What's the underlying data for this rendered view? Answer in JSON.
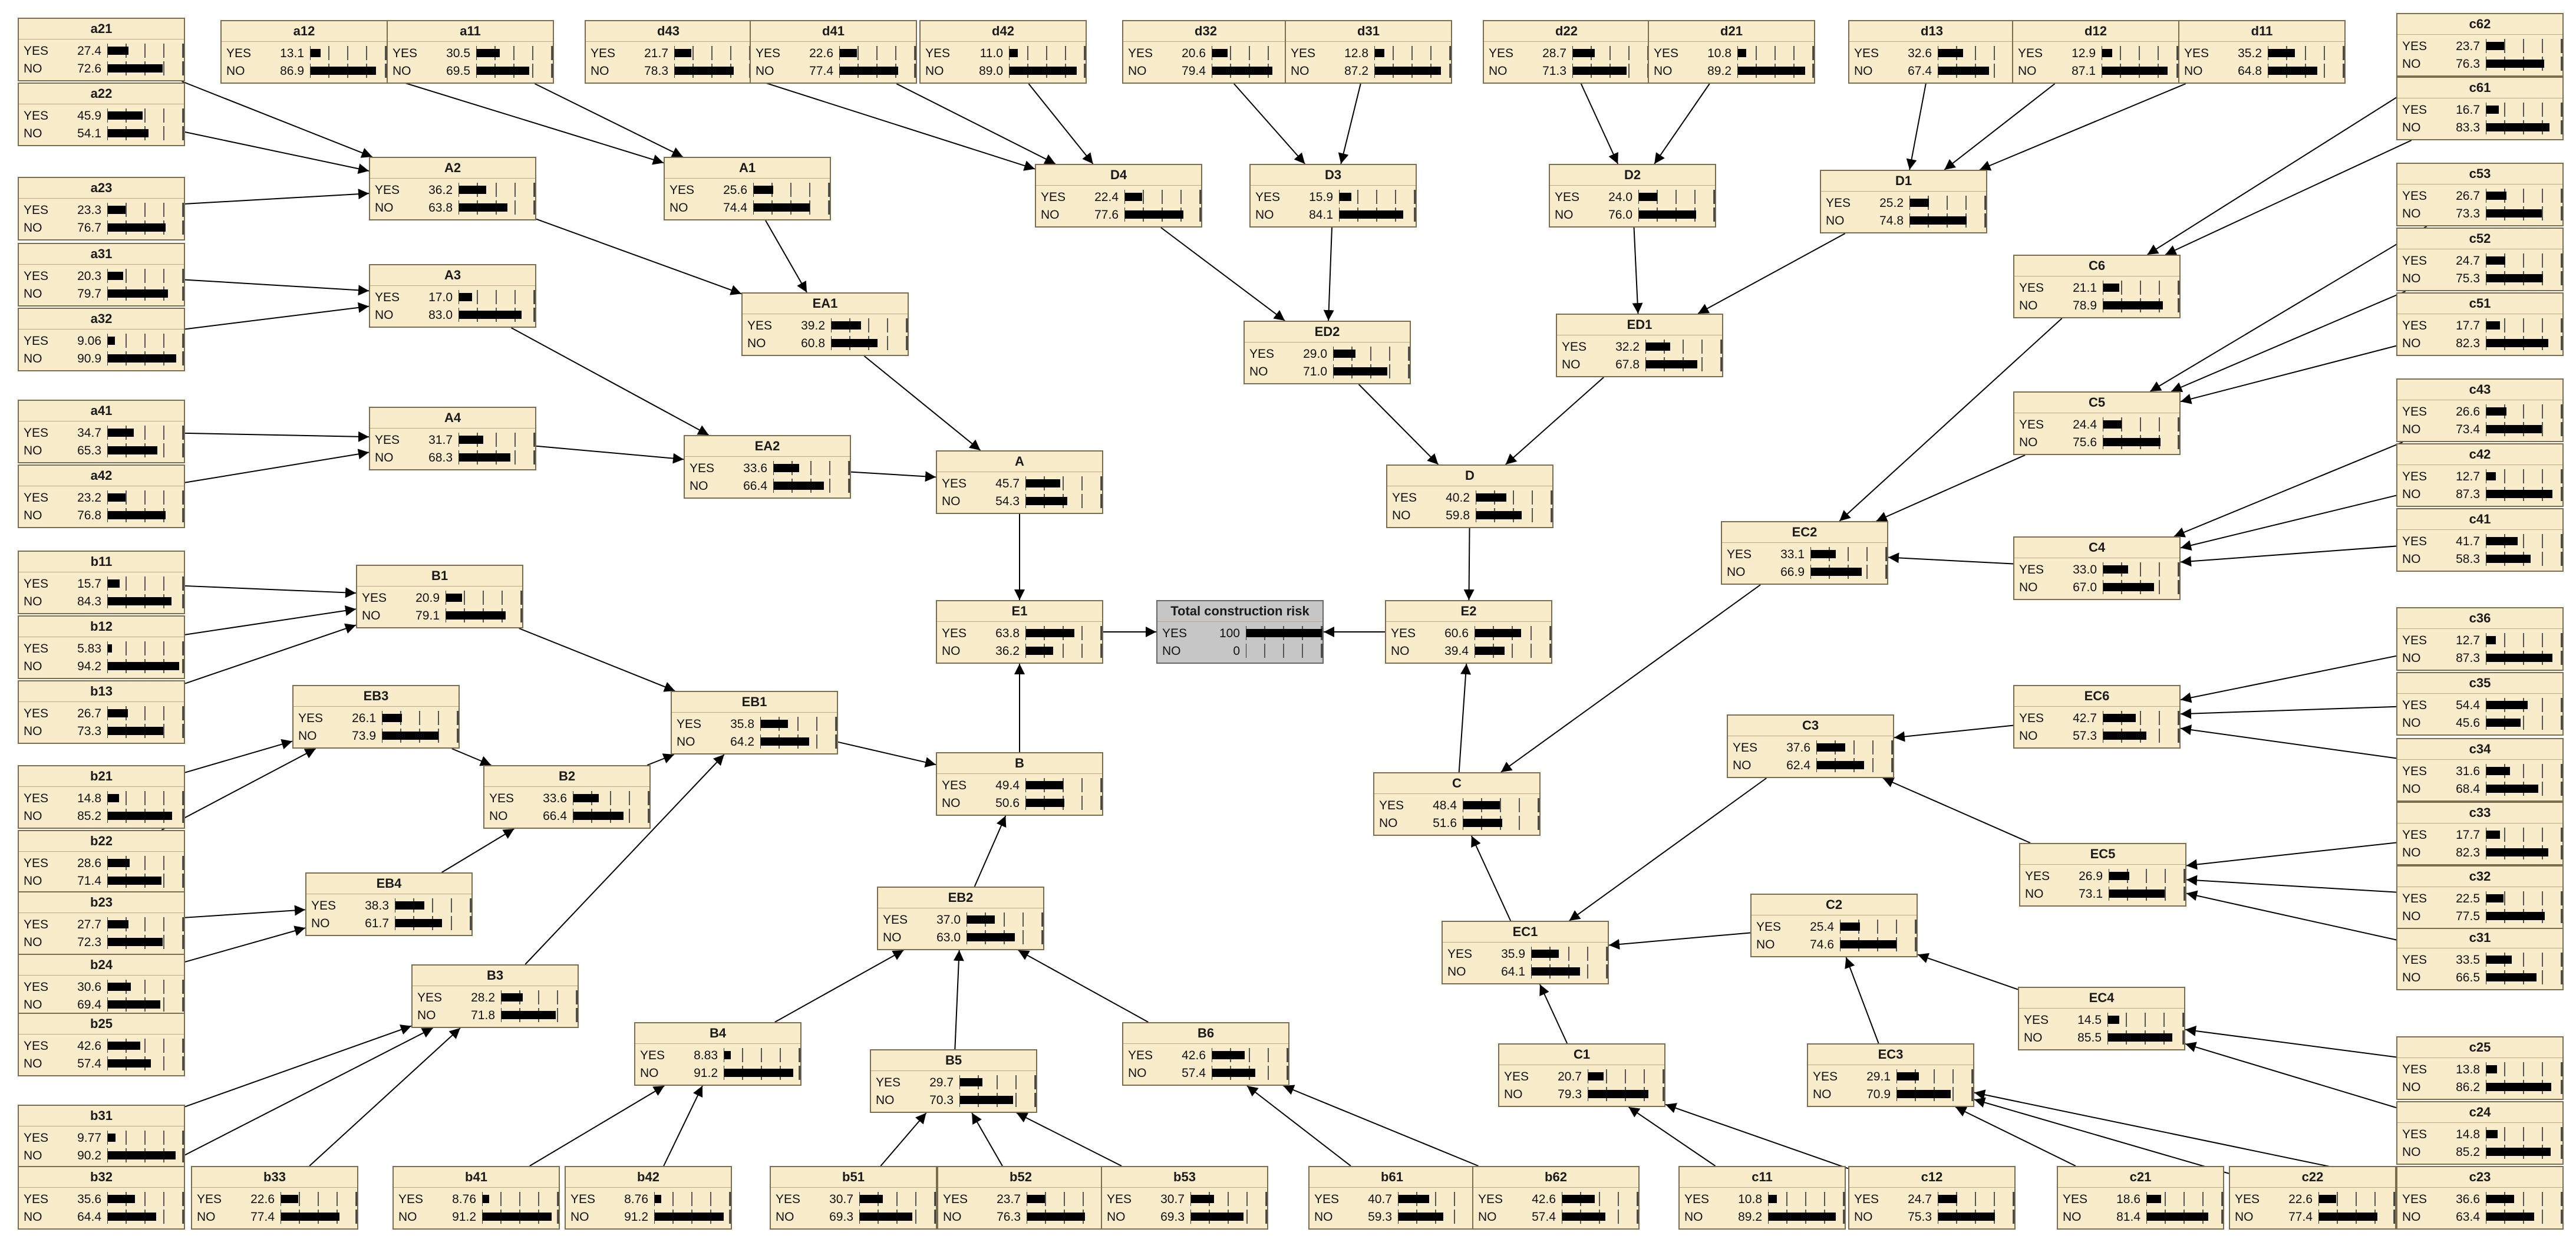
{
  "nodes": [
    {
      "id": "a21",
      "title": "a21",
      "yes": "27.4",
      "no": "72.6"
    },
    {
      "id": "a22",
      "title": "a22",
      "yes": "45.9",
      "no": "54.1"
    },
    {
      "id": "a23",
      "title": "a23",
      "yes": "23.3",
      "no": "76.7"
    },
    {
      "id": "a31",
      "title": "a31",
      "yes": "20.3",
      "no": "79.7"
    },
    {
      "id": "a32",
      "title": "a32",
      "yes": "9.06",
      "no": "90.9"
    },
    {
      "id": "a41",
      "title": "a41",
      "yes": "34.7",
      "no": "65.3"
    },
    {
      "id": "a42",
      "title": "a42",
      "yes": "23.2",
      "no": "76.8"
    },
    {
      "id": "b11",
      "title": "b11",
      "yes": "15.7",
      "no": "84.3"
    },
    {
      "id": "b12",
      "title": "b12",
      "yes": "5.83",
      "no": "94.2"
    },
    {
      "id": "b13",
      "title": "b13",
      "yes": "26.7",
      "no": "73.3"
    },
    {
      "id": "b21",
      "title": "b21",
      "yes": "14.8",
      "no": "85.2"
    },
    {
      "id": "b22",
      "title": "b22",
      "yes": "28.6",
      "no": "71.4"
    },
    {
      "id": "b23",
      "title": "b23",
      "yes": "27.7",
      "no": "72.3"
    },
    {
      "id": "b24",
      "title": "b24",
      "yes": "30.6",
      "no": "69.4"
    },
    {
      "id": "b25",
      "title": "b25",
      "yes": "42.6",
      "no": "57.4"
    },
    {
      "id": "b31",
      "title": "b31",
      "yes": "9.77",
      "no": "90.2"
    },
    {
      "id": "b32",
      "title": "b32",
      "yes": "35.6",
      "no": "64.4"
    },
    {
      "id": "b33",
      "title": "b33",
      "yes": "22.6",
      "no": "77.4"
    },
    {
      "id": "b41",
      "title": "b41",
      "yes": "8.76",
      "no": "91.2"
    },
    {
      "id": "b42",
      "title": "b42",
      "yes": "8.76",
      "no": "91.2"
    },
    {
      "id": "b51",
      "title": "b51",
      "yes": "30.7",
      "no": "69.3"
    },
    {
      "id": "b52",
      "title": "b52",
      "yes": "23.7",
      "no": "76.3"
    },
    {
      "id": "b53",
      "title": "b53",
      "yes": "30.7",
      "no": "69.3"
    },
    {
      "id": "b61",
      "title": "b61",
      "yes": "40.7",
      "no": "59.3"
    },
    {
      "id": "b62",
      "title": "b62",
      "yes": "42.6",
      "no": "57.4"
    },
    {
      "id": "c11",
      "title": "c11",
      "yes": "10.8",
      "no": "89.2"
    },
    {
      "id": "c12",
      "title": "c12",
      "yes": "24.7",
      "no": "75.3"
    },
    {
      "id": "c21",
      "title": "c21",
      "yes": "18.6",
      "no": "81.4"
    },
    {
      "id": "c22",
      "title": "c22",
      "yes": "22.6",
      "no": "77.4"
    },
    {
      "id": "c23",
      "title": "c23",
      "yes": "36.6",
      "no": "63.4"
    },
    {
      "id": "c24",
      "title": "c24",
      "yes": "14.8",
      "no": "85.2"
    },
    {
      "id": "c25",
      "title": "c25",
      "yes": "13.8",
      "no": "86.2"
    },
    {
      "id": "c31",
      "title": "c31",
      "yes": "33.5",
      "no": "66.5"
    },
    {
      "id": "c32",
      "title": "c32",
      "yes": "22.5",
      "no": "77.5"
    },
    {
      "id": "c33",
      "title": "c33",
      "yes": "17.7",
      "no": "82.3"
    },
    {
      "id": "c34",
      "title": "c34",
      "yes": "31.6",
      "no": "68.4"
    },
    {
      "id": "c35",
      "title": "c35",
      "yes": "54.4",
      "no": "45.6"
    },
    {
      "id": "c36",
      "title": "c36",
      "yes": "12.7",
      "no": "87.3"
    },
    {
      "id": "c41",
      "title": "c41",
      "yes": "41.7",
      "no": "58.3"
    },
    {
      "id": "c42",
      "title": "c42",
      "yes": "12.7",
      "no": "87.3"
    },
    {
      "id": "c43",
      "title": "c43",
      "yes": "26.6",
      "no": "73.4"
    },
    {
      "id": "c51",
      "title": "c51",
      "yes": "17.7",
      "no": "82.3"
    },
    {
      "id": "c52",
      "title": "c52",
      "yes": "24.7",
      "no": "75.3"
    },
    {
      "id": "c53",
      "title": "c53",
      "yes": "26.7",
      "no": "73.3"
    },
    {
      "id": "c61",
      "title": "c61",
      "yes": "16.7",
      "no": "83.3"
    },
    {
      "id": "c62",
      "title": "c62",
      "yes": "23.7",
      "no": "76.3"
    },
    {
      "id": "a12",
      "title": "a12",
      "yes": "13.1",
      "no": "86.9"
    },
    {
      "id": "a11",
      "title": "a11",
      "yes": "30.5",
      "no": "69.5"
    },
    {
      "id": "d43",
      "title": "d43",
      "yes": "21.7",
      "no": "78.3"
    },
    {
      "id": "d41",
      "title": "d41",
      "yes": "22.6",
      "no": "77.4"
    },
    {
      "id": "d42",
      "title": "d42",
      "yes": "11.0",
      "no": "89.0"
    },
    {
      "id": "d32",
      "title": "d32",
      "yes": "20.6",
      "no": "79.4"
    },
    {
      "id": "d31",
      "title": "d31",
      "yes": "12.8",
      "no": "87.2"
    },
    {
      "id": "d22",
      "title": "d22",
      "yes": "28.7",
      "no": "71.3"
    },
    {
      "id": "d21",
      "title": "d21",
      "yes": "10.8",
      "no": "89.2"
    },
    {
      "id": "d13",
      "title": "d13",
      "yes": "32.6",
      "no": "67.4"
    },
    {
      "id": "d12",
      "title": "d12",
      "yes": "12.9",
      "no": "87.1"
    },
    {
      "id": "d11",
      "title": "d11",
      "yes": "35.2",
      "no": "64.8"
    },
    {
      "id": "A1",
      "title": "A1",
      "yes": "25.6",
      "no": "74.4"
    },
    {
      "id": "A2",
      "title": "A2",
      "yes": "36.2",
      "no": "63.8"
    },
    {
      "id": "A3",
      "title": "A3",
      "yes": "17.0",
      "no": "83.0"
    },
    {
      "id": "A4",
      "title": "A4",
      "yes": "31.7",
      "no": "68.3"
    },
    {
      "id": "EA1",
      "title": "EA1",
      "yes": "39.2",
      "no": "60.8"
    },
    {
      "id": "EA2",
      "title": "EA2",
      "yes": "33.6",
      "no": "66.4"
    },
    {
      "id": "A",
      "title": "A",
      "yes": "45.7",
      "no": "54.3"
    },
    {
      "id": "D4",
      "title": "D4",
      "yes": "22.4",
      "no": "77.6"
    },
    {
      "id": "D3",
      "title": "D3",
      "yes": "15.9",
      "no": "84.1"
    },
    {
      "id": "D2",
      "title": "D2",
      "yes": "24.0",
      "no": "76.0"
    },
    {
      "id": "D1",
      "title": "D1",
      "yes": "25.2",
      "no": "74.8"
    },
    {
      "id": "ED2",
      "title": "ED2",
      "yes": "29.0",
      "no": "71.0"
    },
    {
      "id": "ED1",
      "title": "ED1",
      "yes": "32.2",
      "no": "67.8"
    },
    {
      "id": "D",
      "title": "D",
      "yes": "40.2",
      "no": "59.8"
    },
    {
      "id": "E1",
      "title": "E1",
      "yes": "63.8",
      "no": "36.2"
    },
    {
      "id": "TCR",
      "title": "Total construction risk",
      "yes": "100",
      "no": "0",
      "highlight": true
    },
    {
      "id": "E2",
      "title": "E2",
      "yes": "60.6",
      "no": "39.4"
    },
    {
      "id": "B1",
      "title": "B1",
      "yes": "20.9",
      "no": "79.1"
    },
    {
      "id": "EB3",
      "title": "EB3",
      "yes": "26.1",
      "no": "73.9"
    },
    {
      "id": "EB1",
      "title": "EB1",
      "yes": "35.8",
      "no": "64.2"
    },
    {
      "id": "B2",
      "title": "B2",
      "yes": "33.6",
      "no": "66.4"
    },
    {
      "id": "EB4",
      "title": "EB4",
      "yes": "38.3",
      "no": "61.7"
    },
    {
      "id": "B",
      "title": "B",
      "yes": "49.4",
      "no": "50.6"
    },
    {
      "id": "EB2",
      "title": "EB2",
      "yes": "37.0",
      "no": "63.0"
    },
    {
      "id": "B3",
      "title": "B3",
      "yes": "28.2",
      "no": "71.8"
    },
    {
      "id": "B4",
      "title": "B4",
      "yes": "8.83",
      "no": "91.2"
    },
    {
      "id": "B5",
      "title": "B5",
      "yes": "29.7",
      "no": "70.3"
    },
    {
      "id": "B6",
      "title": "B6",
      "yes": "42.6",
      "no": "57.4"
    },
    {
      "id": "C6",
      "title": "C6",
      "yes": "21.1",
      "no": "78.9"
    },
    {
      "id": "C5",
      "title": "C5",
      "yes": "24.4",
      "no": "75.6"
    },
    {
      "id": "EC2",
      "title": "EC2",
      "yes": "33.1",
      "no": "66.9"
    },
    {
      "id": "C4",
      "title": "C4",
      "yes": "33.0",
      "no": "67.0"
    },
    {
      "id": "EC6",
      "title": "EC6",
      "yes": "42.7",
      "no": "57.3"
    },
    {
      "id": "C3",
      "title": "C3",
      "yes": "37.6",
      "no": "62.4"
    },
    {
      "id": "C",
      "title": "C",
      "yes": "48.4",
      "no": "51.6"
    },
    {
      "id": "EC5",
      "title": "EC5",
      "yes": "26.9",
      "no": "73.1"
    },
    {
      "id": "C2",
      "title": "C2",
      "yes": "25.4",
      "no": "74.6"
    },
    {
      "id": "EC1",
      "title": "EC1",
      "yes": "35.9",
      "no": "64.1"
    },
    {
      "id": "EC4",
      "title": "EC4",
      "yes": "14.5",
      "no": "85.5"
    },
    {
      "id": "C1",
      "title": "C1",
      "yes": "20.7",
      "no": "79.3"
    },
    {
      "id": "EC3",
      "title": "EC3",
      "yes": "29.1",
      "no": "70.9"
    }
  ],
  "labels": {
    "yes": "YES",
    "no": "NO"
  },
  "colors": {
    "node_fill": "#f8eccb",
    "node_border": "#7b6e50",
    "highlight_fill": "#c6c6c6",
    "edge": "#000000"
  },
  "edges": [
    [
      "a21",
      "A2"
    ],
    [
      "a22",
      "A2"
    ],
    [
      "a23",
      "A2"
    ],
    [
      "a31",
      "A3"
    ],
    [
      "a32",
      "A3"
    ],
    [
      "a41",
      "A4"
    ],
    [
      "a42",
      "A4"
    ],
    [
      "a12",
      "A1"
    ],
    [
      "a11",
      "A1"
    ],
    [
      "A1",
      "EA1"
    ],
    [
      "A2",
      "EA1"
    ],
    [
      "A3",
      "EA2"
    ],
    [
      "A4",
      "EA2"
    ],
    [
      "EA1",
      "A"
    ],
    [
      "EA2",
      "A"
    ],
    [
      "A",
      "E1"
    ],
    [
      "d43",
      "D4"
    ],
    [
      "d41",
      "D4"
    ],
    [
      "d42",
      "D4"
    ],
    [
      "d32",
      "D3"
    ],
    [
      "d31",
      "D3"
    ],
    [
      "d22",
      "D2"
    ],
    [
      "d21",
      "D2"
    ],
    [
      "d13",
      "D1"
    ],
    [
      "d12",
      "D1"
    ],
    [
      "d11",
      "D1"
    ],
    [
      "D4",
      "ED2"
    ],
    [
      "D3",
      "ED2"
    ],
    [
      "D2",
      "ED1"
    ],
    [
      "D1",
      "ED1"
    ],
    [
      "ED2",
      "D"
    ],
    [
      "ED1",
      "D"
    ],
    [
      "D",
      "E2"
    ],
    [
      "E1",
      "TCR"
    ],
    [
      "E2",
      "TCR"
    ],
    [
      "b11",
      "B1"
    ],
    [
      "b12",
      "B1"
    ],
    [
      "b13",
      "B1"
    ],
    [
      "b21",
      "EB3"
    ],
    [
      "b22",
      "EB3"
    ],
    [
      "b23",
      "EB4"
    ],
    [
      "b24",
      "EB4"
    ],
    [
      "B1",
      "EB1"
    ],
    [
      "EB3",
      "B2"
    ],
    [
      "EB4",
      "B2"
    ],
    [
      "B2",
      "EB1"
    ],
    [
      "B3",
      "EB1"
    ],
    [
      "EB1",
      "B"
    ],
    [
      "b31",
      "B3"
    ],
    [
      "b32",
      "B3"
    ],
    [
      "b33",
      "B3"
    ],
    [
      "b41",
      "B4"
    ],
    [
      "b42",
      "B4"
    ],
    [
      "b51",
      "B5"
    ],
    [
      "b52",
      "B5"
    ],
    [
      "b53",
      "B5"
    ],
    [
      "b61",
      "B6"
    ],
    [
      "b62",
      "B6"
    ],
    [
      "B4",
      "EB2"
    ],
    [
      "B5",
      "EB2"
    ],
    [
      "B6",
      "EB2"
    ],
    [
      "EB2",
      "B"
    ],
    [
      "B",
      "E1"
    ],
    [
      "c62",
      "C6"
    ],
    [
      "c61",
      "C6"
    ],
    [
      "c53",
      "C5"
    ],
    [
      "c52",
      "C5"
    ],
    [
      "c51",
      "C5"
    ],
    [
      "c43",
      "C4"
    ],
    [
      "c42",
      "C4"
    ],
    [
      "c41",
      "C4"
    ],
    [
      "C6",
      "EC2"
    ],
    [
      "C5",
      "EC2"
    ],
    [
      "C4",
      "EC2"
    ],
    [
      "EC2",
      "C"
    ],
    [
      "c36",
      "EC6"
    ],
    [
      "c35",
      "EC6"
    ],
    [
      "c34",
      "EC6"
    ],
    [
      "EC6",
      "C3"
    ],
    [
      "c33",
      "EC5"
    ],
    [
      "c32",
      "EC5"
    ],
    [
      "c31",
      "EC5"
    ],
    [
      "EC5",
      "C3"
    ],
    [
      "C3",
      "EC1"
    ],
    [
      "c25",
      "EC4"
    ],
    [
      "c24",
      "EC4"
    ],
    [
      "EC4",
      "C2"
    ],
    [
      "c23",
      "EC3"
    ],
    [
      "c22",
      "EC3"
    ],
    [
      "c21",
      "EC3"
    ],
    [
      "EC3",
      "C2"
    ],
    [
      "C2",
      "EC1"
    ],
    [
      "c11",
      "C1"
    ],
    [
      "c12",
      "C1"
    ],
    [
      "C1",
      "EC1"
    ],
    [
      "EC1",
      "C"
    ],
    [
      "C",
      "E2"
    ]
  ]
}
